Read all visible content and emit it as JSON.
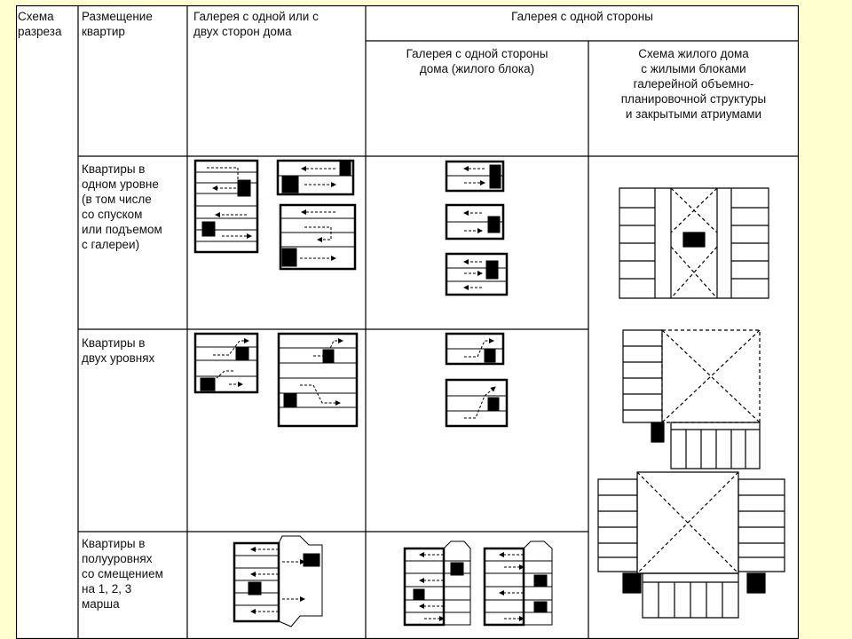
{
  "table": {
    "headers": {
      "col1": "Схема\nразреза",
      "col2": "Размещение\nквартир",
      "col3": "Галерея с одной или с\nдвух сторон дома",
      "col4_group": "Галерея с одной стороны",
      "col4a": "Галерея с одной стороны\nдома (жилого блока)",
      "col4b": "Схема жилого дома\nс жилыми блоками\nгалерейной объемно-\nпланировочной структуры\nи закрытыми атриумами"
    },
    "rows": [
      {
        "label": "Квартиры в\nодном уровне\n(в том числе\nсо спуском\nили подъемом\nс галереи)"
      },
      {
        "label": "Квартиры в\nдвух уровнях"
      },
      {
        "label": "Квартиры в\nполууровнях\nсо смещением\nна 1, 2, 3\nмарша"
      }
    ]
  },
  "colors": {
    "background": "#ffffd0",
    "ink": "#000000",
    "paper": "#ffffff"
  }
}
